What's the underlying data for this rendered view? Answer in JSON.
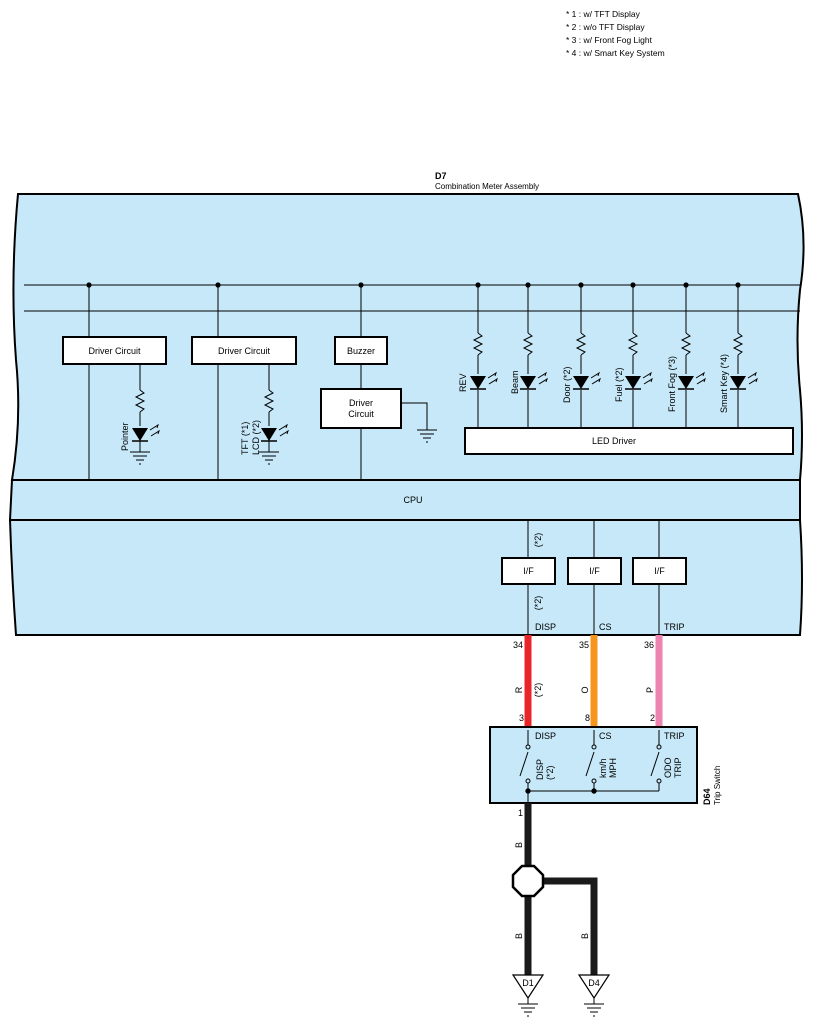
{
  "notes": [
    "* 1 : w/ TFT Display",
    "* 2 : w/o TFT Display",
    "* 3 : w/ Front Fog Light",
    "* 4 : w/ Smart Key System"
  ],
  "meter": {
    "code": "D7",
    "name": "Combination Meter Assembly",
    "blocks": {
      "driver_circuit_1": "Driver Circuit",
      "driver_circuit_2": "Driver Circuit",
      "buzzer": "Buzzer",
      "driver_circuit_3_line1": "Driver",
      "driver_circuit_3_line2": "Circuit",
      "led_driver": "LED Driver",
      "cpu": "CPU",
      "if_label": "I/F"
    },
    "indicators": {
      "pointer": "Pointer",
      "tft_lcd_line1": "TFT (*1)",
      "tft_lcd_line2": "LCD (*2)",
      "rev": "REV",
      "beam": "Beam",
      "door": "Door (*2)",
      "fuel": "Fuel (*2)",
      "front_fog": "Front Fog (*3)",
      "smart_key": "Smart Key (*4)"
    },
    "if_note_upper": "(*2)",
    "if_note_lower": "(*2)",
    "terminals": {
      "disp": "DISP",
      "cs": "CS",
      "trip": "TRIP"
    }
  },
  "wires": {
    "disp": {
      "pin_meter": "34",
      "pin_switch": "3",
      "color_code": "R",
      "note": "(*2)",
      "color": "#e8262a"
    },
    "cs": {
      "pin_meter": "35",
      "pin_switch": "8",
      "color_code": "O",
      "color": "#f7941d"
    },
    "trip": {
      "pin_meter": "36",
      "pin_switch": "2",
      "color_code": "P",
      "color": "#ee82b0"
    },
    "ground_main": {
      "pin": "1",
      "color_code": "B",
      "color": "#1a1a1a"
    },
    "ground_d1": {
      "color_code": "B"
    },
    "ground_d4": {
      "color_code": "B"
    }
  },
  "trip_switch": {
    "code": "D64",
    "name": "Trip Switch",
    "terminals": {
      "disp": "DISP",
      "cs": "CS",
      "trip": "TRIP"
    },
    "switches": {
      "disp_line1": "DISP",
      "disp_line2": "(*2)",
      "kmh_line1": "km/h",
      "kmh_line2": "MPH",
      "odo_line1": "ODO",
      "odo_line2": "TRIP"
    }
  },
  "grounds": {
    "d1": "D1",
    "d4": "D4"
  }
}
